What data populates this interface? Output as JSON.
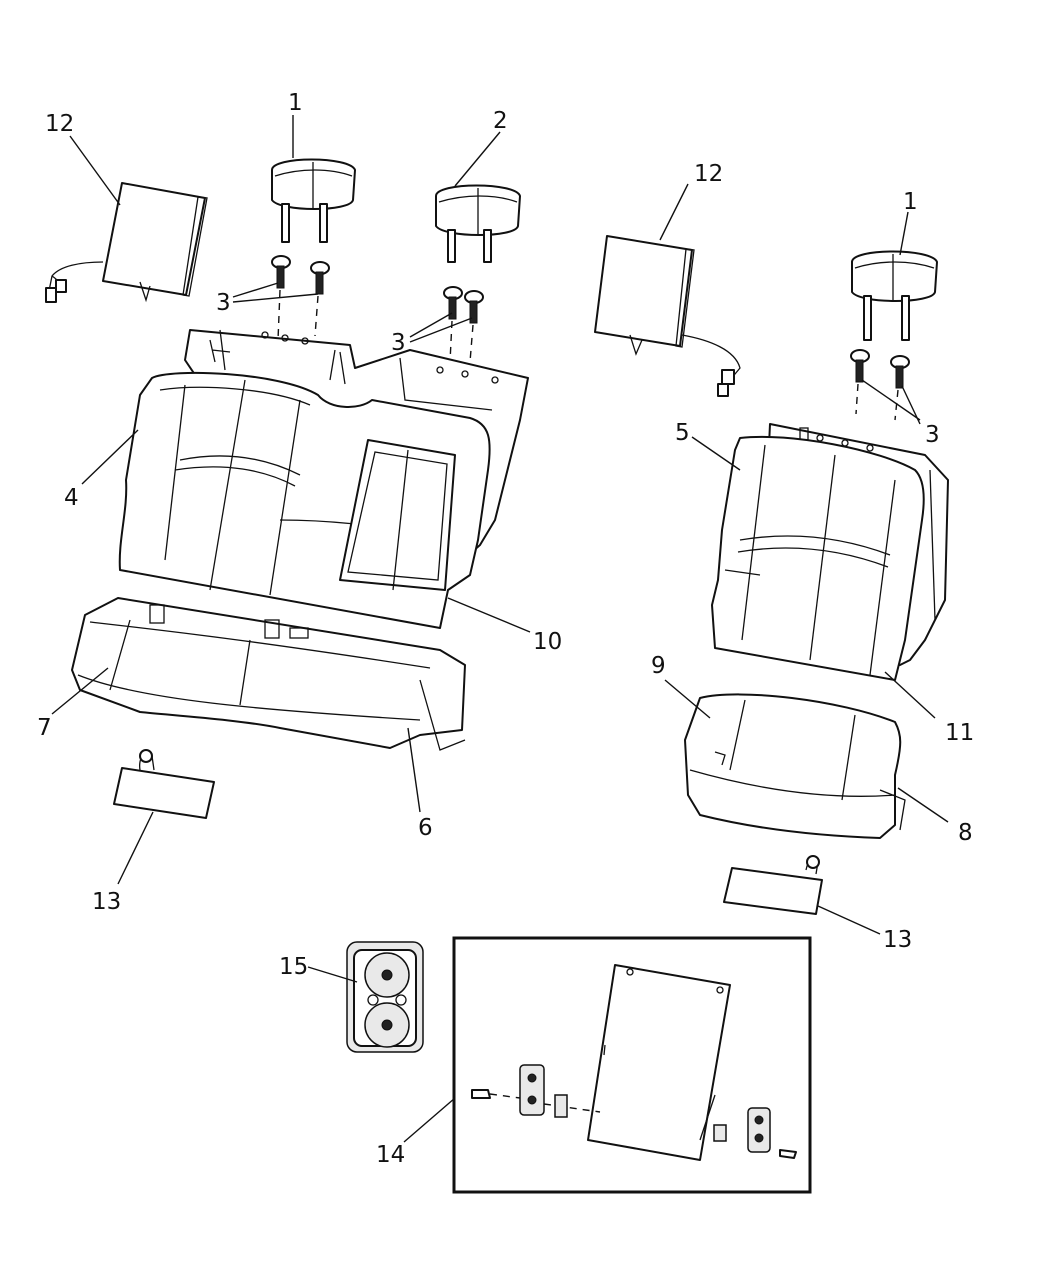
{
  "callouts": [
    {
      "id": "c1a",
      "text": "1"
    },
    {
      "id": "c2",
      "text": "2"
    },
    {
      "id": "c3a",
      "text": "3"
    },
    {
      "id": "c3b",
      "text": "3"
    },
    {
      "id": "c3c",
      "text": "3"
    },
    {
      "id": "c4",
      "text": "4"
    },
    {
      "id": "c5",
      "text": "5"
    },
    {
      "id": "c6",
      "text": "6"
    },
    {
      "id": "c7",
      "text": "7"
    },
    {
      "id": "c8",
      "text": "8"
    },
    {
      "id": "c9",
      "text": "9"
    },
    {
      "id": "c10",
      "text": "10"
    },
    {
      "id": "c11",
      "text": "11"
    },
    {
      "id": "c12a",
      "text": "12"
    },
    {
      "id": "c12b",
      "text": "12"
    },
    {
      "id": "c13a",
      "text": "13"
    },
    {
      "id": "c13b",
      "text": "13"
    },
    {
      "id": "c14",
      "text": "14"
    },
    {
      "id": "c15",
      "text": "15"
    },
    {
      "id": "c1b",
      "text": "1"
    }
  ]
}
